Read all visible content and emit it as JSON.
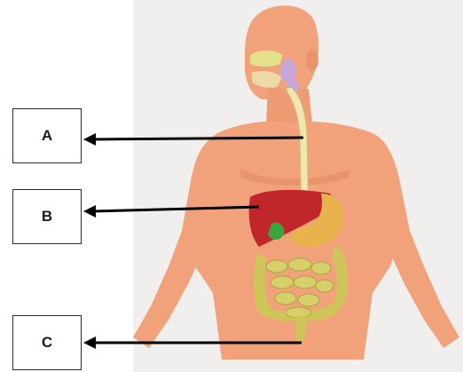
{
  "diagram": {
    "labels": [
      {
        "id": "A",
        "text": "A"
      },
      {
        "id": "B",
        "text": "B"
      },
      {
        "id": "C",
        "text": "C"
      }
    ],
    "colors": {
      "skin": "#f2a27a",
      "skin_shadow": "#e08660",
      "liver": "#c0262a",
      "stomach": "#e8b24d",
      "gallbladder": "#3aa63a",
      "intestines": "#d6cf6a",
      "esophagus": "#efe6b0",
      "salivary": "#c9a6d8",
      "arrow": "#000000"
    }
  }
}
